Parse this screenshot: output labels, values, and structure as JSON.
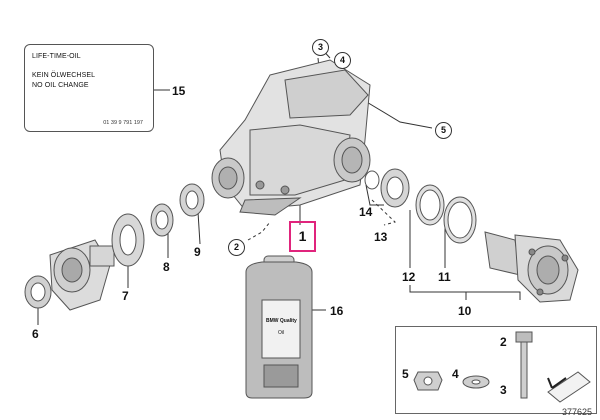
{
  "label_card": {
    "line1": "LIFE-TIME-OIL",
    "line2": "KEIN ÖLWECHSEL",
    "line3": "NO OIL CHANGE",
    "part_number": "01 39 9 791 197"
  },
  "bottle": {
    "brand": "BMW Quality",
    "sub": "Oil"
  },
  "callouts": {
    "c1": "1",
    "c2": "2",
    "c3": "3",
    "c4": "4",
    "c5": "5",
    "c6": "6",
    "c7": "7",
    "c8": "8",
    "c9": "9",
    "c10": "10",
    "c11": "11",
    "c12": "12",
    "c13": "13",
    "c14": "14",
    "c15": "15",
    "c16": "16"
  },
  "hardware_box": {
    "n2": "2",
    "n3": "3",
    "n4": "4",
    "n5": "5"
  },
  "reference": "377625",
  "colors": {
    "highlight": "#e0247c",
    "line": "#333333"
  }
}
